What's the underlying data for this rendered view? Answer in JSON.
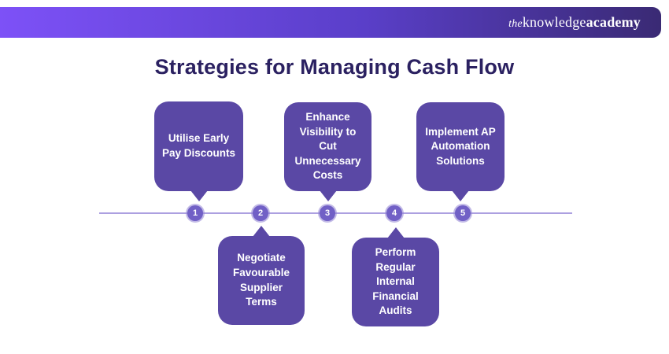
{
  "banner": {
    "logo_the": "the",
    "logo_knowledge": "knowledge",
    "logo_academy": "academy"
  },
  "title": "Strategies for Managing Cash Flow",
  "timeline": {
    "steps": [
      {
        "number": "1",
        "label": "Utilise Early\nPay Discounts",
        "position": "top"
      },
      {
        "number": "2",
        "label": "Negotiate\nFavourable\nSupplier\nTerms",
        "position": "bottom"
      },
      {
        "number": "3",
        "label": "Enhance\nVisibility to Cut\nUnnecessary\nCosts",
        "position": "top"
      },
      {
        "number": "4",
        "label": "Perform\nRegular\nInternal\nFinancial\nAudits",
        "position": "bottom"
      },
      {
        "number": "5",
        "label": "Implement AP\nAutomation\nSolutions",
        "position": "top"
      }
    ]
  },
  "colors": {
    "accent_box": "#5a48a5",
    "node": "#7160c6",
    "line": "#aca0e0",
    "title": "#2b2161",
    "banner_from": "#7d51f7",
    "banner_to": "#3a2a74"
  }
}
